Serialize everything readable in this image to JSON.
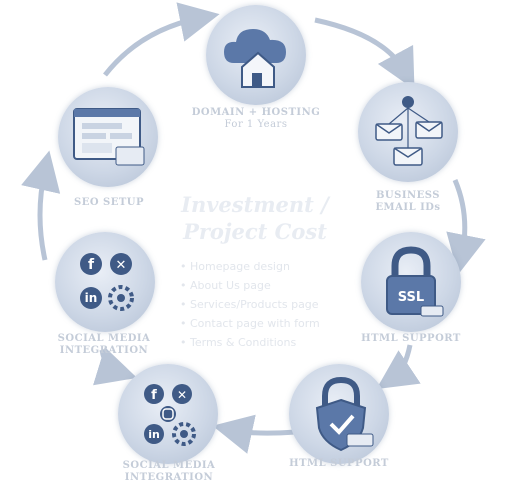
{
  "center": {
    "title_line1": "Investment /",
    "title_line2": "Project Cost",
    "features": [
      "Homepage design",
      "About Us page",
      "Services/Products page",
      "Contact page with form",
      "Terms & Conditions"
    ]
  },
  "steps": [
    {
      "title": "DOMAIN + HOSTING",
      "subtitle": "For 1 Years",
      "icon": "cloud-house-icon"
    },
    {
      "title_line1": "BUSINESS",
      "title_line2": "EMAIL IDs",
      "icon": "email-network-icon"
    },
    {
      "title": "HTML SUPPORT",
      "icon": "ssl-padlock-icon",
      "badge": "SSL"
    },
    {
      "title": "HTML SUPPORT",
      "icon": "shield-padlock-icon"
    },
    {
      "title_line1": "SOCIAL MEDIA",
      "title_line2": "INTEGRATION",
      "icon": "social-icons"
    },
    {
      "title_line1": "SOCIAL MEDIA",
      "title_line2": "INTEGRATION",
      "icon": "social-icons"
    },
    {
      "title": "SEO SETUP",
      "icon": "browser-window-icon"
    }
  ],
  "social_glyphs": {
    "facebook": "f",
    "x": "✕",
    "linkedin": "in"
  },
  "colors": {
    "node": "#c9d3e2",
    "accent": "#5b78a8",
    "arrow": "#b8c4d6",
    "label": "#c4ccd8"
  }
}
